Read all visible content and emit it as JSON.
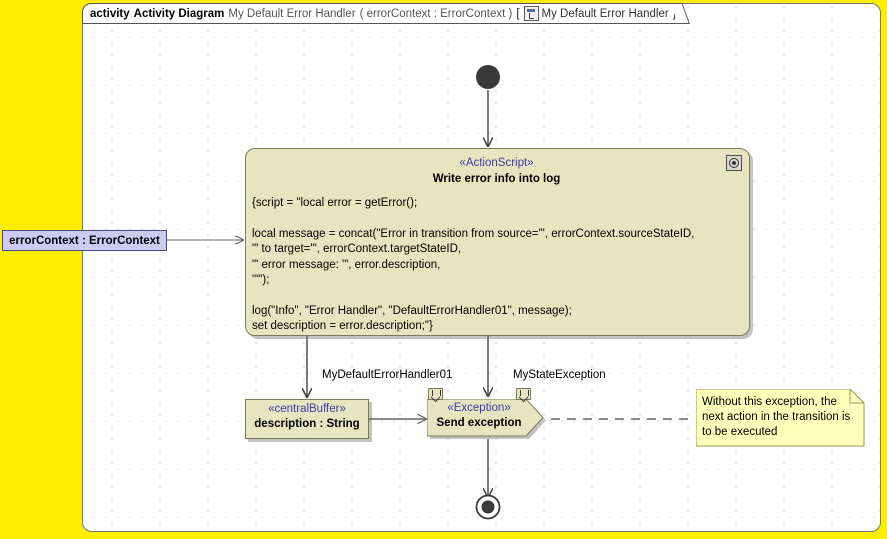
{
  "frame": {
    "keyword": "activity",
    "diagram_type": "Activity Diagram",
    "name": "My Default Error Handler",
    "signature": "( errorContext : ErrorContext )",
    "bracket_open": "[",
    "bracket_close": "]",
    "icon": "activity-diagram-icon",
    "label": "My Default Error Handler"
  },
  "colors": {
    "canvas_yellow": "#ffee00",
    "node_fill": "#e9e4c0",
    "node_border": "#7a7a5a",
    "stereotype_text": "#3b3ba8",
    "parameter_fill": "#ccccf2",
    "parameter_border": "#4a4a8a",
    "note_fill": "#ffffbb",
    "note_border": "#9a9a55",
    "frame_border": "#777777",
    "grid_dot": "#9a9a9a"
  },
  "parameter_node": {
    "label": "errorContext : ErrorContext"
  },
  "initial_node": {
    "label": "initial-node"
  },
  "final_node": {
    "label": "activity-final-node"
  },
  "action_node": {
    "stereotype": "«ActionScript»",
    "name": "Write error info into log",
    "icon": "script-gear-icon",
    "body": "{script = \"local error = getError();\n\nlocal message = concat(\"Error in transition from source=\"', errorContext.sourceStateID,\n\"' to target='\", errorContext.targetStateID,\n\"' error message: '\", error.description,\n\"\"');\n\nlog(\"Info\", \"Error Handler\", \"DefaultErrorHandler01\", message);\nset description = error.description;\"}"
  },
  "buffer_node": {
    "stereotype": "«centralBuffer»",
    "name": "description : String"
  },
  "exception_node": {
    "stereotype": "«Exception»",
    "name": "Send exception",
    "pins": [
      "pin-left",
      "pin-right"
    ]
  },
  "edge_labels": {
    "handler": "MyDefaultErrorHandler01",
    "state_exception": "MyStateException"
  },
  "note": {
    "text": "Without this exception, the next action in the transition is to be executed"
  }
}
